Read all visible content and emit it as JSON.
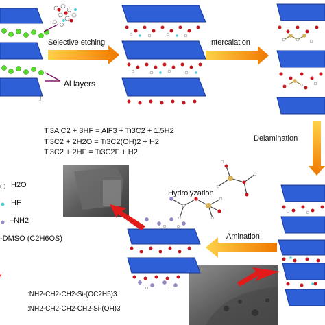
{
  "steps": {
    "selective_etching": "Selective etching",
    "al_layers": "Al layers",
    "intercalation": "Intercalation",
    "delamination": "Delamination",
    "hydrolyzation": "Hydrolyzation",
    "amination": "Amination"
  },
  "equations": [
    "Ti3AlC2 + 3HF = AlF3 + Ti3C2 + 1.5H2",
    "Ti3C2 + 2H2O = Ti3C2(OH)2 + H2",
    "Ti3C2 + 2HF = Ti3C2F + H2"
  ],
  "legend": [
    {
      "label": "H2O",
      "color": "#ffffff"
    },
    {
      "label": "HF",
      "color": "#4fd1d9"
    },
    {
      "label": "–NH2",
      "color": "#9a88c9"
    },
    {
      "label": "-DMSO (C2H6OS)",
      "color": "#d4b25a"
    }
  ],
  "formulas": [
    ":NH2-CH2-CH2-Si-(OC2H5)3",
    ":NH2-CH2-CH2-CH2-Si-(OH)3"
  ],
  "corner_mark": "j",
  "colors": {
    "layer_blue": "#2f5fd6",
    "al_green": "#55dd2a",
    "oxygen_red": "#c4161c",
    "arrow_orange": "#f08a00",
    "arrow_red": "#e11a1a"
  }
}
